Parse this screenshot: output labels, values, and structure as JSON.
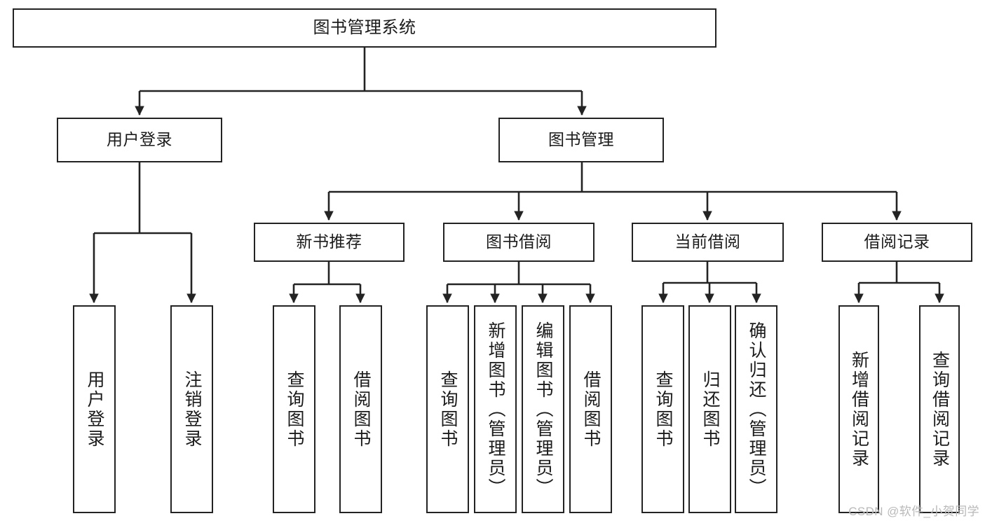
{
  "diagram": {
    "title": "图书管理系统",
    "type": "hierarchy-tree",
    "orientation": "top-down",
    "colors": {
      "node_border": "#232323",
      "node_fill": "#ffffff",
      "edge": "#232323",
      "text": "#1b1b1b",
      "background": "#ffffff",
      "watermark": "#b9b9b9"
    },
    "levels": [
      {
        "level": 0,
        "nodes": [
          {
            "id": "root",
            "label": "图书管理系统"
          }
        ]
      },
      {
        "level": 1,
        "nodes": [
          {
            "id": "user-login",
            "label": "用户登录"
          },
          {
            "id": "book-manage",
            "label": "图书管理"
          }
        ]
      },
      {
        "level": 2,
        "nodes": [
          {
            "id": "new-book-recommend",
            "label": "新书推荐"
          },
          {
            "id": "book-borrow",
            "label": "图书借阅"
          },
          {
            "id": "current-borrow",
            "label": "当前借阅"
          },
          {
            "id": "borrow-record",
            "label": "借阅记录"
          }
        ]
      },
      {
        "level": 3,
        "nodes": [
          {
            "id": "leaf-user-login",
            "label": "用户登录"
          },
          {
            "id": "leaf-logout-login",
            "label": "注销登录"
          },
          {
            "id": "leaf-query-book-1",
            "label": "查询图书"
          },
          {
            "id": "leaf-borrow-book-1",
            "label": "借阅图书"
          },
          {
            "id": "leaf-query-book-2",
            "label": "查询图书"
          },
          {
            "id": "leaf-add-book",
            "label": "新增图书（管理员）"
          },
          {
            "id": "leaf-edit-book",
            "label": "编辑图书（管理员）"
          },
          {
            "id": "leaf-borrow-book-2",
            "label": "借阅图书"
          },
          {
            "id": "leaf-query-book-3",
            "label": "查询图书"
          },
          {
            "id": "leaf-return-book",
            "label": "归还图书"
          },
          {
            "id": "leaf-confirm-return",
            "label": "确认归还（管理员）"
          },
          {
            "id": "leaf-add-borrow-record",
            "label": "新增借阅记录"
          },
          {
            "id": "leaf-query-borrow-record",
            "label": "查询借阅记录"
          }
        ]
      }
    ],
    "edges": [
      {
        "from": "root",
        "to": "user-login"
      },
      {
        "from": "root",
        "to": "book-manage"
      },
      {
        "from": "user-login",
        "to": "leaf-user-login"
      },
      {
        "from": "user-login",
        "to": "leaf-logout-login"
      },
      {
        "from": "book-manage",
        "to": "new-book-recommend"
      },
      {
        "from": "book-manage",
        "to": "book-borrow"
      },
      {
        "from": "book-manage",
        "to": "current-borrow"
      },
      {
        "from": "book-manage",
        "to": "borrow-record"
      },
      {
        "from": "new-book-recommend",
        "to": "leaf-query-book-1"
      },
      {
        "from": "new-book-recommend",
        "to": "leaf-borrow-book-1"
      },
      {
        "from": "book-borrow",
        "to": "leaf-query-book-2"
      },
      {
        "from": "book-borrow",
        "to": "leaf-add-book"
      },
      {
        "from": "book-borrow",
        "to": "leaf-edit-book"
      },
      {
        "from": "book-borrow",
        "to": "leaf-borrow-book-2"
      },
      {
        "from": "current-borrow",
        "to": "leaf-query-book-3"
      },
      {
        "from": "current-borrow",
        "to": "leaf-return-book"
      },
      {
        "from": "current-borrow",
        "to": "leaf-confirm-return"
      },
      {
        "from": "borrow-record",
        "to": "leaf-add-borrow-record"
      },
      {
        "from": "borrow-record",
        "to": "leaf-query-borrow-record"
      }
    ]
  },
  "watermark": {
    "text": "CSDN @软件_小贺同学"
  }
}
